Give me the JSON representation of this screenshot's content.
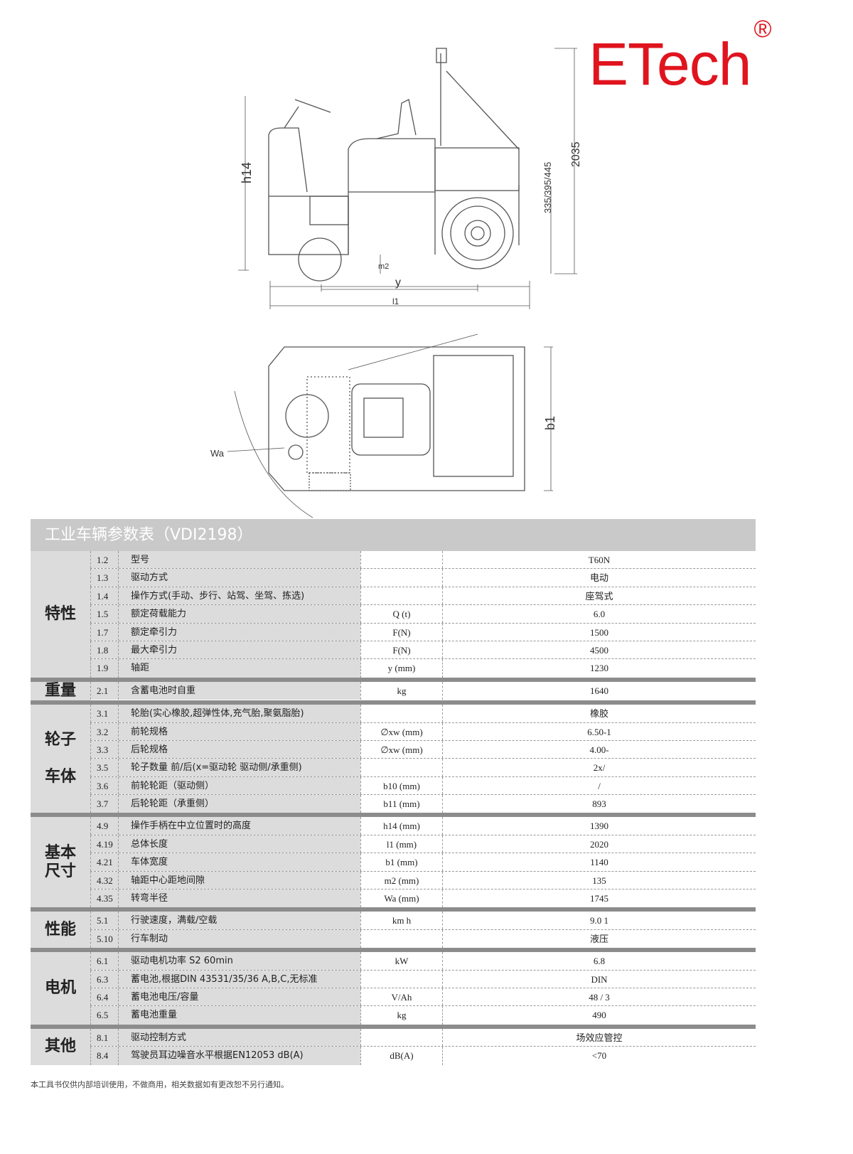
{
  "logo": {
    "text": "ETech",
    "mark": "®",
    "color": "#e0141e"
  },
  "drawing": {
    "h14": "h14",
    "height": "2035",
    "hitch": "335/395/445",
    "m2": "m2",
    "y": "y",
    "l1": "l1",
    "b1": "b1",
    "wa": "Wa"
  },
  "table": {
    "title": "工业车辆参数表（VDI2198）",
    "groups": [
      {
        "category": "特性",
        "rows": [
          [
            "1.2",
            "型号",
            "",
            "T60N"
          ],
          [
            "1.3",
            "驱动方式",
            "",
            "电动"
          ],
          [
            "1.4",
            "操作方式(手动、步行、站驾、坐驾、拣选)",
            "",
            "座驾式"
          ],
          [
            "1.5",
            "额定荷载能力",
            "Q (t)",
            "6.0"
          ],
          [
            "1.7",
            "额定牵引力",
            "F(N)",
            "1500"
          ],
          [
            "1.8",
            "最大牵引力",
            "F(N)",
            "4500"
          ],
          [
            "1.9",
            "轴距",
            "y (mm)",
            "1230"
          ]
        ]
      },
      {
        "category": "重量",
        "rows": [
          [
            "2.1",
            "含蓄电池时自重",
            "kg",
            "1640"
          ]
        ]
      },
      {
        "category": "轮子\n\n车体",
        "rows": [
          [
            "3.1",
            "轮胎(实心橡胶,超弹性体,充气胎,聚氨脂胎)",
            "",
            "橡胶"
          ],
          [
            "3.2",
            "前轮规格",
            "∅xw (mm)",
            "6.50-1"
          ],
          [
            "3.3",
            "后轮规格",
            "∅xw (mm)",
            "4.00-"
          ],
          [
            "3.5",
            "轮子数量 前/后(x=驱动轮 驱动侧/承重侧)",
            "",
            "2x/"
          ],
          [
            "3.6",
            "前轮轮距（驱动侧）",
            "b10 (mm)",
            "/"
          ],
          [
            "3.7",
            "后轮轮距（承重侧）",
            "b11 (mm)",
            "893"
          ]
        ]
      },
      {
        "category": "基本\n尺寸",
        "rows": [
          [
            "4.9",
            "操作手柄在中立位置时的高度",
            "h14 (mm)",
            "1390"
          ],
          [
            "4.19",
            "总体长度",
            "l1 (mm)",
            "2020"
          ],
          [
            "4.21",
            "车体宽度",
            "b1 (mm)",
            "1140"
          ],
          [
            "4.32",
            "轴距中心距地间隙",
            "m2 (mm)",
            "135"
          ],
          [
            "4.35",
            "转弯半径",
            "Wa (mm)",
            "1745"
          ]
        ]
      },
      {
        "category": "性能",
        "rows": [
          [
            "5.1",
            "行驶速度，满载/空载",
            "km h",
            "9.0   1"
          ],
          [
            "5.10",
            "行车制动",
            "",
            "液压"
          ]
        ]
      },
      {
        "category": "电机",
        "rows": [
          [
            "6.1",
            "驱动电机功率 S2 60min",
            "kW",
            "6.8"
          ],
          [
            "6.3",
            "蓄电池,根据DIN 43531/35/36 A,B,C,无标准",
            "",
            "DIN"
          ],
          [
            "6.4",
            "蓄电池电压/容量",
            "V/Ah",
            "48 / 3"
          ],
          [
            "6.5",
            "蓄电池重量",
            "kg",
            "490"
          ]
        ]
      },
      {
        "category": "其他",
        "rows": [
          [
            "8.1",
            "驱动控制方式",
            "",
            "场效应管控"
          ],
          [
            "8.4",
            "驾驶员耳边噪音水平根据EN12053 dB(A)",
            "dB(A)",
            "<70"
          ]
        ]
      }
    ]
  },
  "footer": "本工具书仅供内部培训使用，不做商用，相关数据如有更改恕不另行通知。"
}
